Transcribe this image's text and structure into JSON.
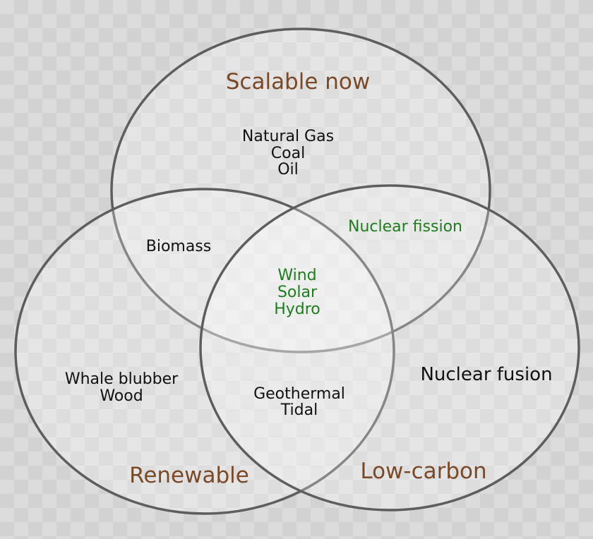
{
  "colors": {
    "set_label": "#7a4a28",
    "item_plain": "#111111",
    "item_highlight": "#1e7d1e",
    "circle_stroke": "#5e5e5e"
  },
  "sets": {
    "scalable": "Scalable now",
    "renewable": "Renewable",
    "low_carbon": "Low-carbon"
  },
  "regions": {
    "scalable_only": [
      "Natural Gas",
      "Coal",
      "Oil"
    ],
    "scalable_renewable": [
      "Biomass"
    ],
    "scalable_lowcarbon": [
      "Nuclear fission"
    ],
    "all_three": [
      "Wind",
      "Solar",
      "Hydro"
    ],
    "renewable_only": [
      "Whale blubber",
      "Wood"
    ],
    "renewable_lowcarbon": [
      "Geothermal",
      "Tidal"
    ],
    "lowcarbon_only": [
      "Nuclear fusion"
    ]
  }
}
